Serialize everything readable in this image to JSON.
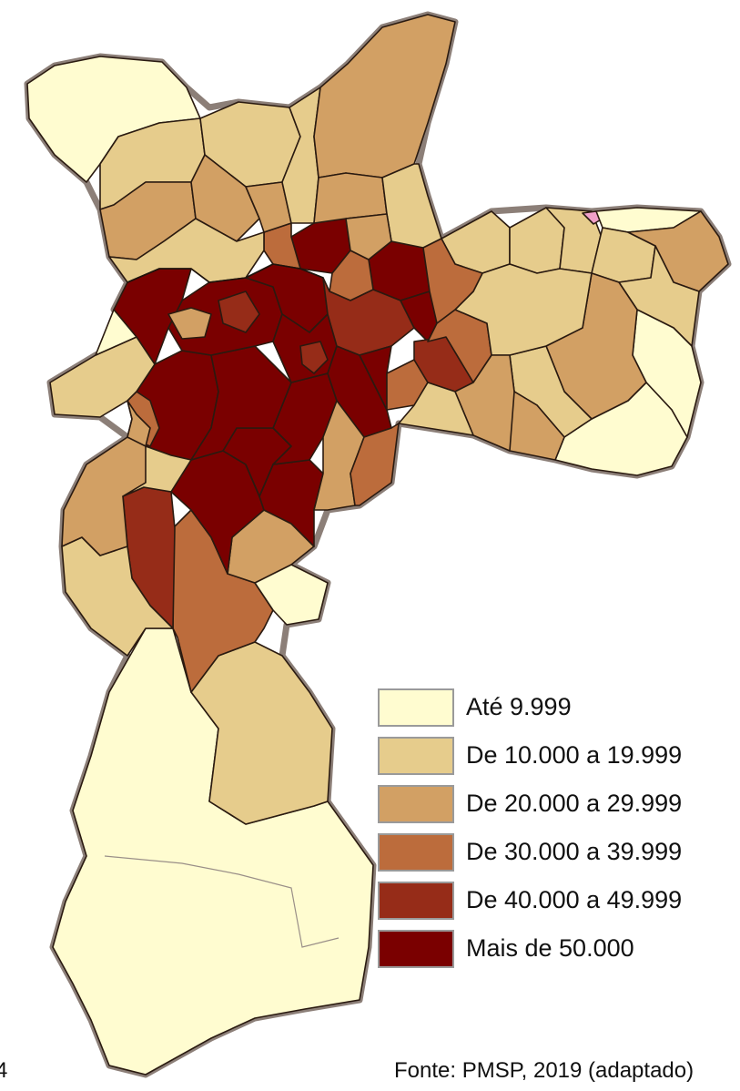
{
  "colors": {
    "class1": "#fffcd0",
    "class2": "#e6cc8c",
    "class3": "#d2a064",
    "class4": "#bc6c3c",
    "class5": "#962c18",
    "class6": "#7a0000",
    "highlight": "#f0a0c8"
  },
  "legend": {
    "items": [
      {
        "label": "Até 9.999",
        "color": "#fffcd0"
      },
      {
        "label": "De 10.000 a 19.999",
        "color": "#e6cc8c"
      },
      {
        "label": "De 20.000 a 29.999",
        "color": "#d2a064"
      },
      {
        "label": "De 30.000 a 39.999",
        "color": "#bc6c3c"
      },
      {
        "label": "De 40.000 a 49.999",
        "color": "#962c18"
      },
      {
        "label": "Mais de 50.000",
        "color": "#7a0000"
      }
    ]
  },
  "source": "Fonte: PMSP, 2019 (adaptado)",
  "page_number": "4"
}
